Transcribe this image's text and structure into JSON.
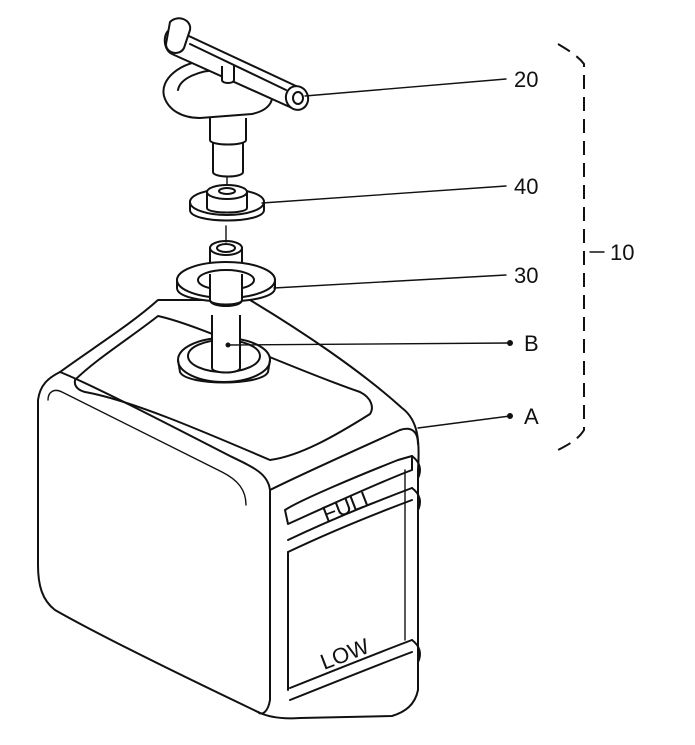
{
  "callouts": {
    "cap": "20",
    "gasket": "40",
    "ring": "30",
    "group": "10",
    "tube": "B",
    "container": "A"
  },
  "level_marks": {
    "full": "FULL",
    "low": "LOW"
  }
}
